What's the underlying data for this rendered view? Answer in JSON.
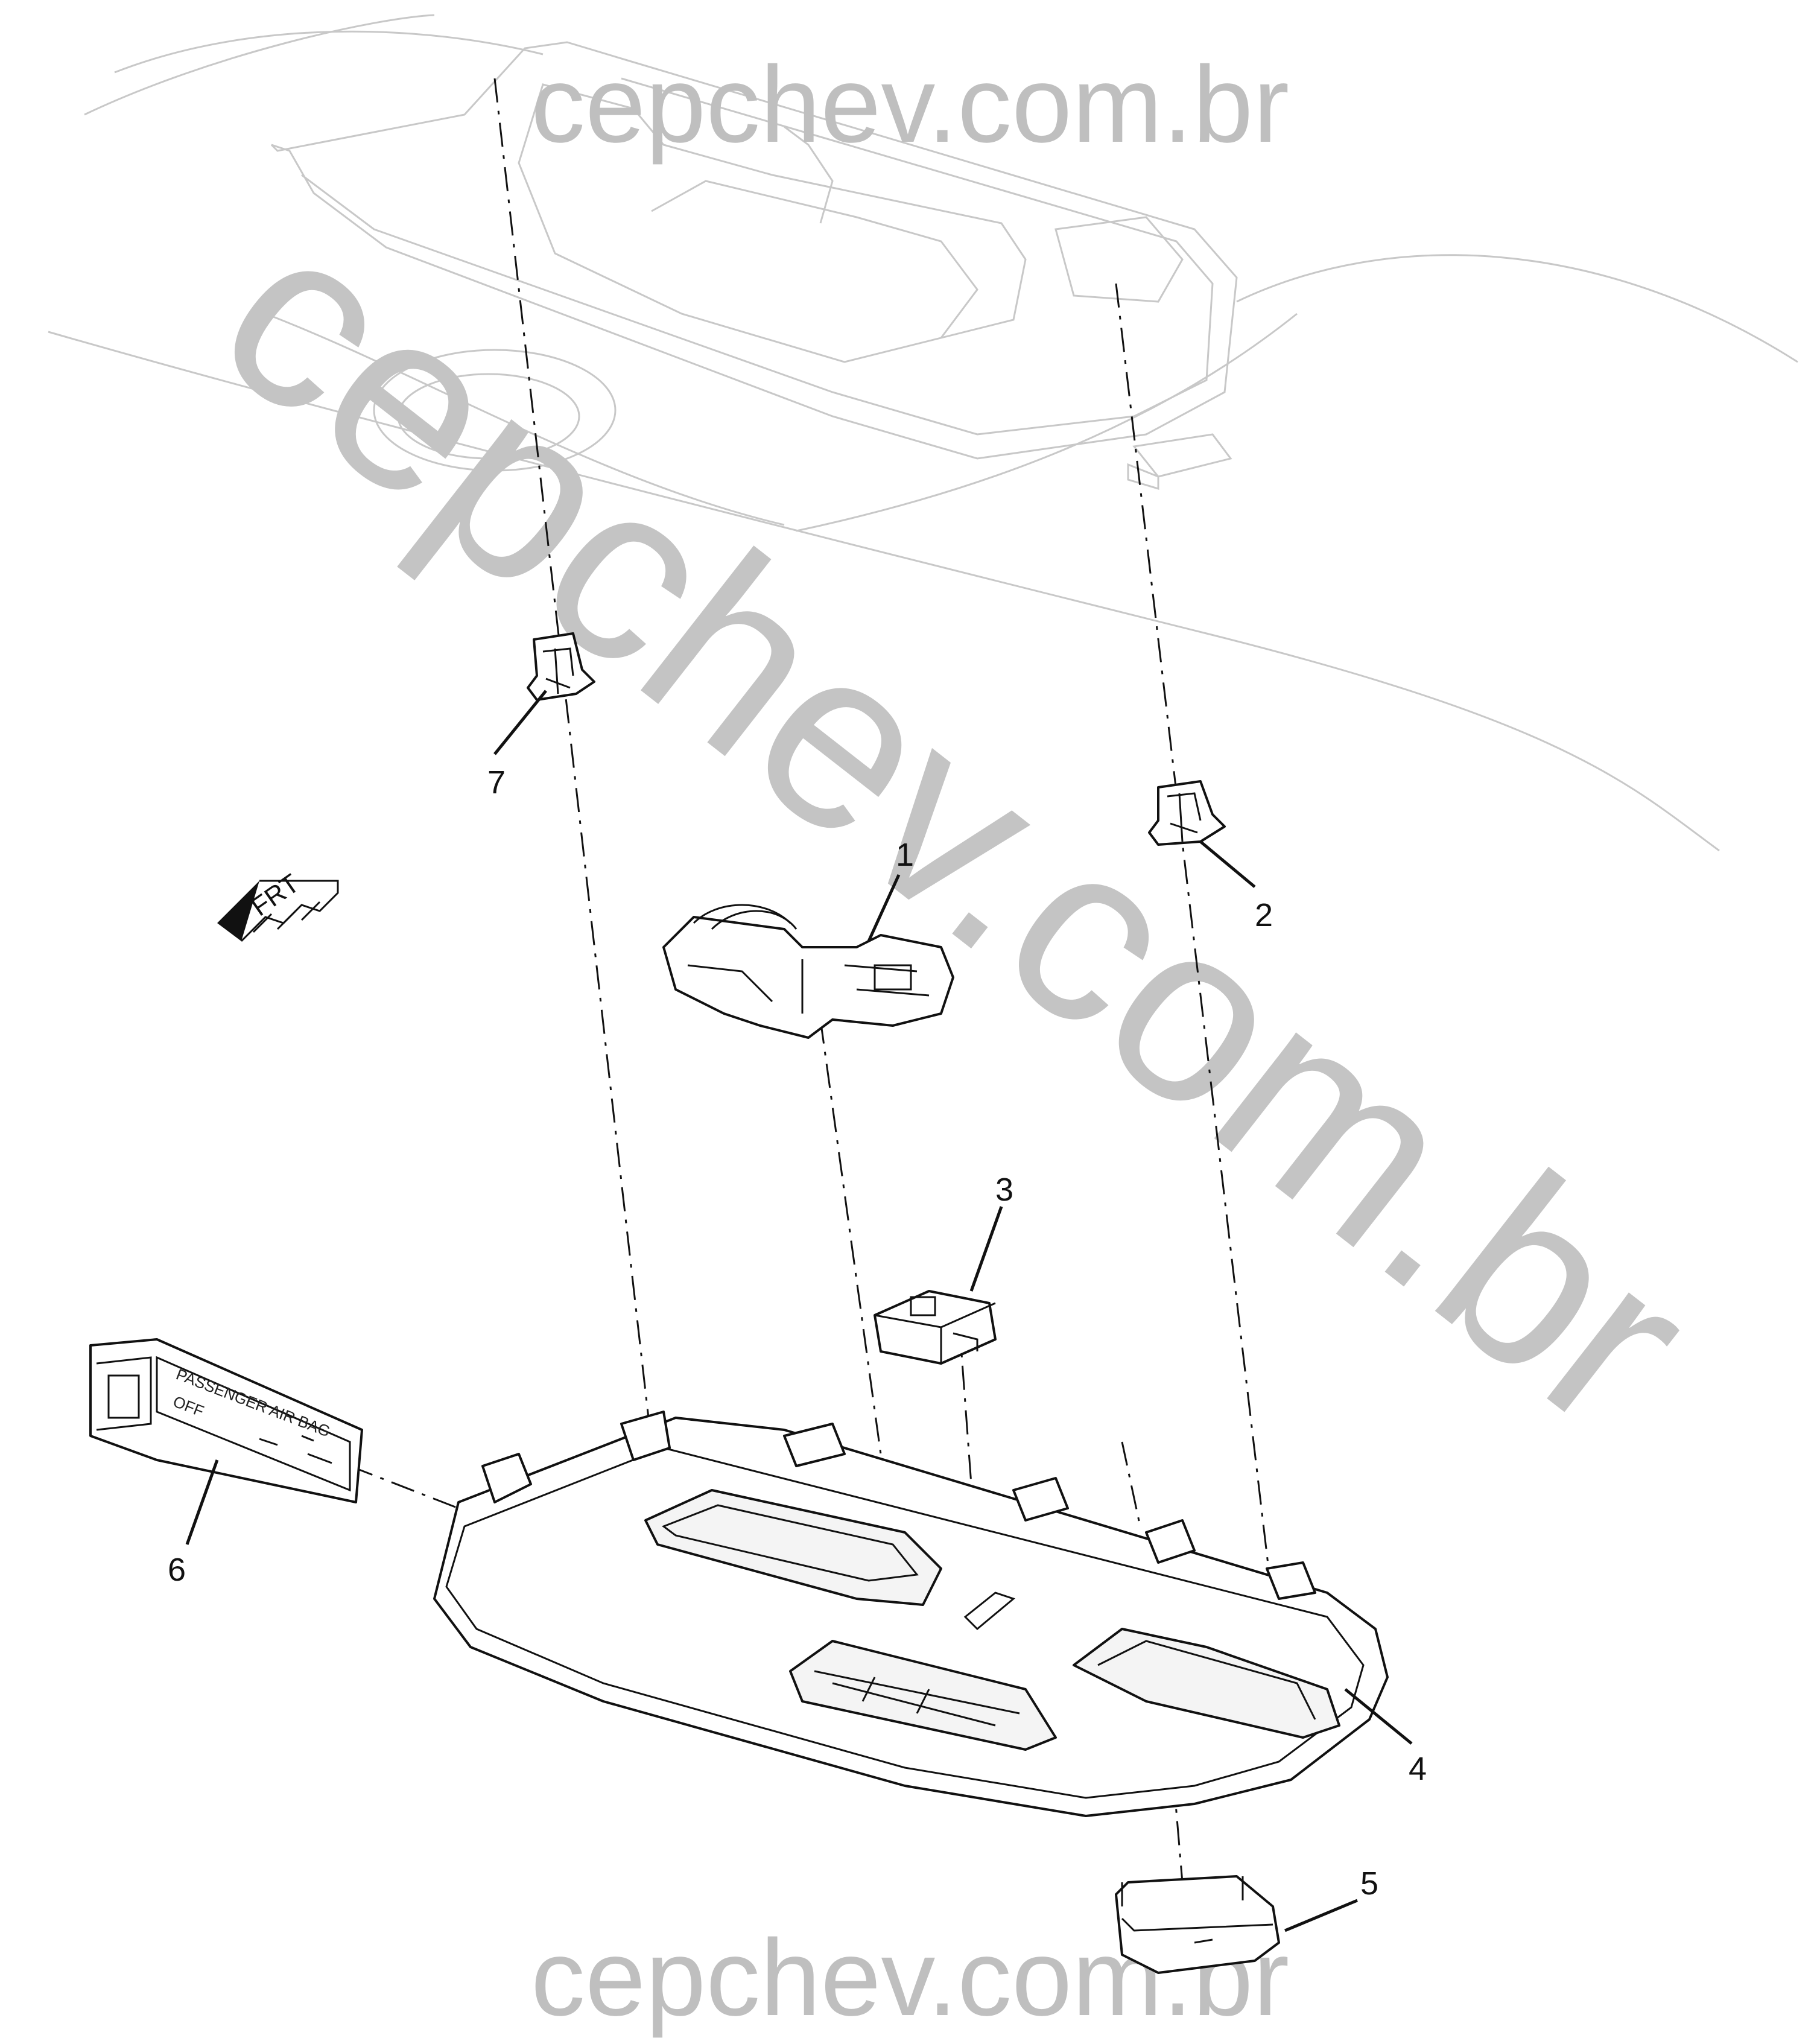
{
  "watermark": {
    "top": "cepchev.com.br",
    "diagonal": "cepchev.com.br",
    "bottom": "cepchev.com.br"
  },
  "direction_indicator": {
    "label": "FRT"
  },
  "callouts": [
    {
      "number": "1"
    },
    {
      "number": "2"
    },
    {
      "number": "3"
    },
    {
      "number": "4"
    },
    {
      "number": "5"
    },
    {
      "number": "6"
    },
    {
      "number": "7"
    }
  ],
  "airbag_panel": {
    "title": "PASSENGER AIR BAG",
    "status": "OFF"
  }
}
